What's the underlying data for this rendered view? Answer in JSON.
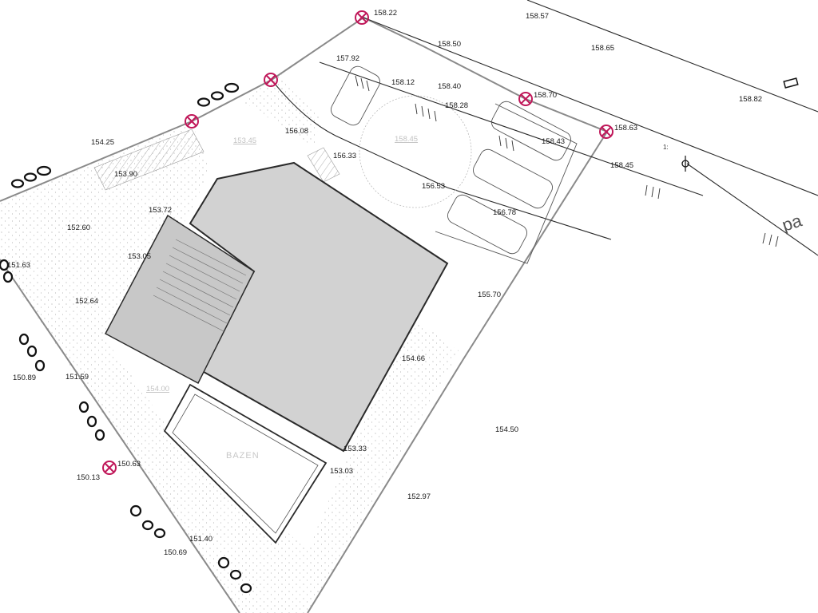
{
  "drawing": {
    "pool_label": "BAZEN",
    "street_label": "pa",
    "small_mark": "1:",
    "colors": {
      "marker": "#c0185a",
      "building_fill": "#d2d2d2",
      "line": "#2a2a2a",
      "ghost_text": "#c2c2c2"
    }
  },
  "survey_points": [
    {
      "id": "sp1",
      "label": ""
    },
    {
      "id": "sp2",
      "label": ""
    },
    {
      "id": "sp3",
      "label": "158.70"
    },
    {
      "id": "sp4",
      "label": ""
    },
    {
      "id": "sp5",
      "label": "158.63"
    },
    {
      "id": "sp6",
      "label": "150.63"
    }
  ],
  "elevations": [
    "158.22",
    "158.57",
    "158.50",
    "158.65",
    "158.82",
    "157.92",
    "158.12",
    "158.40",
    "158.28",
    "158.43",
    "158.45",
    "156.08",
    "156.33",
    "156.53",
    "156.78",
    "154.25",
    "153.90",
    "153.72",
    "152.60",
    "153.05",
    "151.63",
    "152.64",
    "155.70",
    "154.66",
    "150.89",
    "151.59",
    "154.50",
    "153.33",
    "153.03",
    "150.13",
    "152.97",
    "151.40",
    "150.69"
  ],
  "floor_marks": [
    "153.45",
    "158.45",
    "154.00"
  ]
}
